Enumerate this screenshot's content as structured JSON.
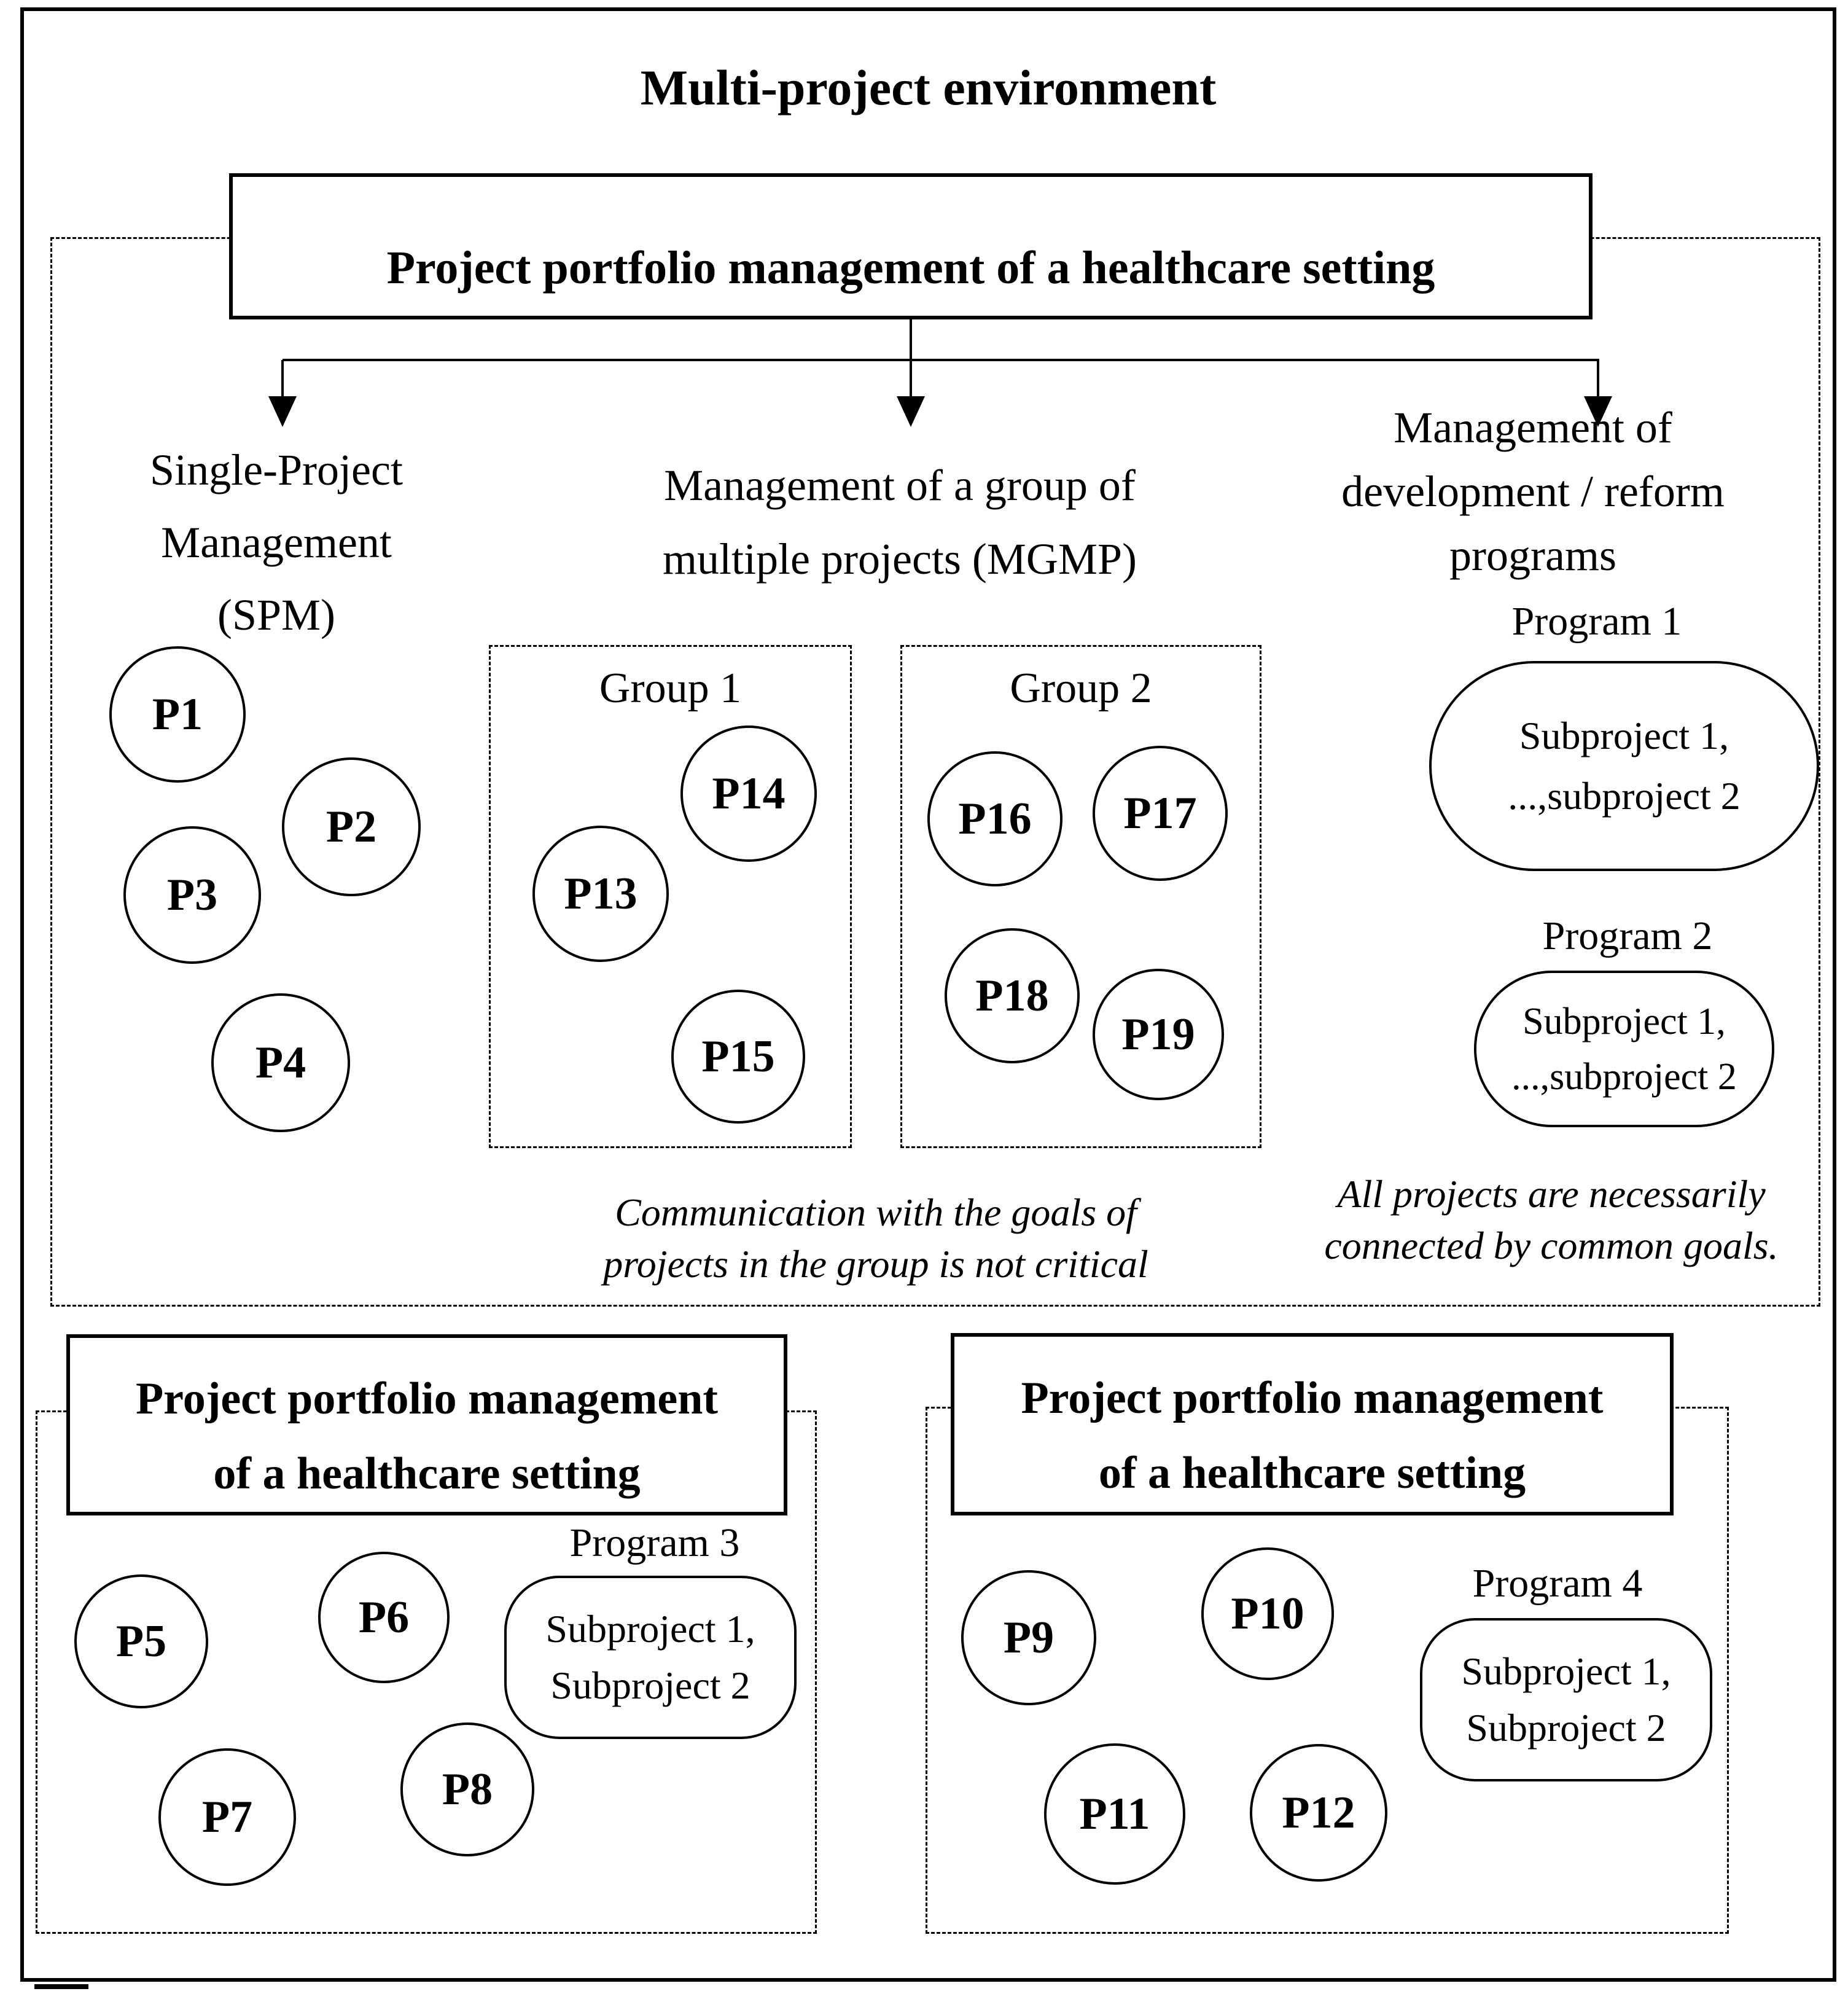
{
  "diagram": {
    "title": "Multi-project environment",
    "root_box_label": "Project portfolio management of a healthcare setting",
    "branches": {
      "spm": "Single-Project\nManagement\n(SPM)",
      "mgmp": "Management of a group of\nmultiple projects (MGMP)",
      "programs": "Management of\ndevelopment / reform\nprograms"
    },
    "spm_projects": [
      "P1",
      "P2",
      "P3",
      "P4"
    ],
    "groups": [
      {
        "title": "Group 1",
        "projects": [
          "P13",
          "P14",
          "P15"
        ]
      },
      {
        "title": "Group 2",
        "projects": [
          "P16",
          "P17",
          "P18",
          "P19"
        ]
      }
    ],
    "programs": [
      {
        "title": "Program 1",
        "subprojects": "Subproject 1,\n...,subproject 2"
      },
      {
        "title": "Program 2",
        "subprojects": "Subproject 1,\n...,subproject 2"
      }
    ],
    "notes": {
      "mgmp": "Communication with the goals of\nprojects in the group is not critical",
      "programs": "All projects are necessarily\nconnected by common goals."
    },
    "portfolios": [
      {
        "title": "Project portfolio management\nof a healthcare setting",
        "program": {
          "title": "Program 3",
          "subprojects": "Subproject 1,\nSubproject 2"
        },
        "projects": [
          "P5",
          "P6",
          "P7",
          "P8"
        ]
      },
      {
        "title": "Project portfolio management\nof a healthcare setting",
        "program": {
          "title": "Program 4",
          "subprojects": "Subproject 1,\nSubproject 2"
        },
        "projects": [
          "P9",
          "P10",
          "P11",
          "P12"
        ]
      }
    ],
    "colors": {
      "ink": "#000000",
      "background": "#ffffff"
    }
  }
}
